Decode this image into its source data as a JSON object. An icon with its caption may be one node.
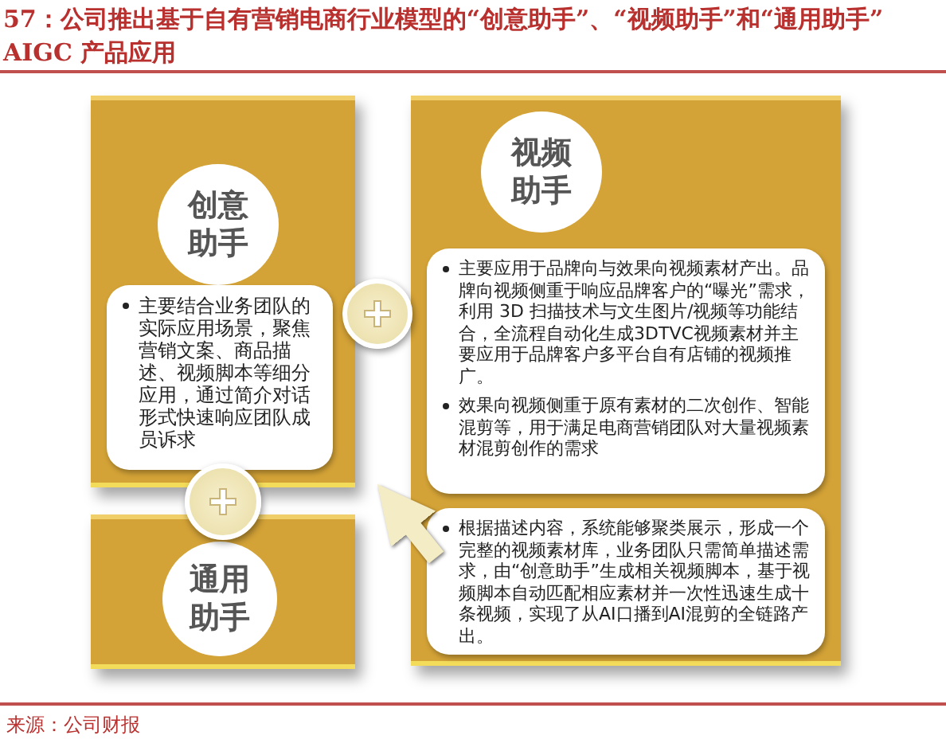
{
  "diagram": {
    "title": "57：公司推出基于自有营销电商行业模型的“创意助手”、“视频助手”和“通用助手” AIGC 产品应用",
    "nodes": [
      {
        "text": [],
        "shape": "box"
      },
      {
        "text": [
          "创意助手"
        ],
        "in": 0
      },
      {
        "text": [
          "主要结合业务团队的实际应用场景，聚焦营销文案、商品描述、视频脚本等细分应用，通过简介对话形式快速响应团队成员诉求"
        ],
        "in": 0
      },
      {
        "text": [],
        "shape": "box"
      },
      {
        "text": [
          "视频助手"
        ],
        "in": 3
      },
      {
        "text": [
          "主要应用于品牌向与效果向视频素材产出。品牌向视频侧重于响应品牌客户的“曝光”需求，利用 3D 扫描技术与文生图片/视频等功能结合，全流程自动化生成3DTVC视频素材并主要应用于品牌客户多平台自有店铺的视频推广。",
          "效果向视频侧重于原有素材的二次创作、智能混剪等，用于满足电商营销团队对大量视频素材混剪创作的需求"
        ],
        "in": 3
      },
      {
        "text": [
          "根据描述内容，系统能够聚类展示，形成一个完整的视频素材库，业务团队只需简单描述需求，由“创意助手”生成相关视频脚本，基于视频脚本自动匹配相应素材并一次性迅速生成十条视频，实现了从AI口播到AI混剪的全链路产出。"
        ],
        "in": 3
      },
      {
        "text": [],
        "shape": "box"
      },
      {
        "text": [
          "通用助手"
        ],
        "in": 7
      }
    ],
    "edges": [
      {
        "from": 6,
        "to": 0,
        "arrow": "to"
      }
    ],
    "caption": "来源：公司财报"
  }
}
